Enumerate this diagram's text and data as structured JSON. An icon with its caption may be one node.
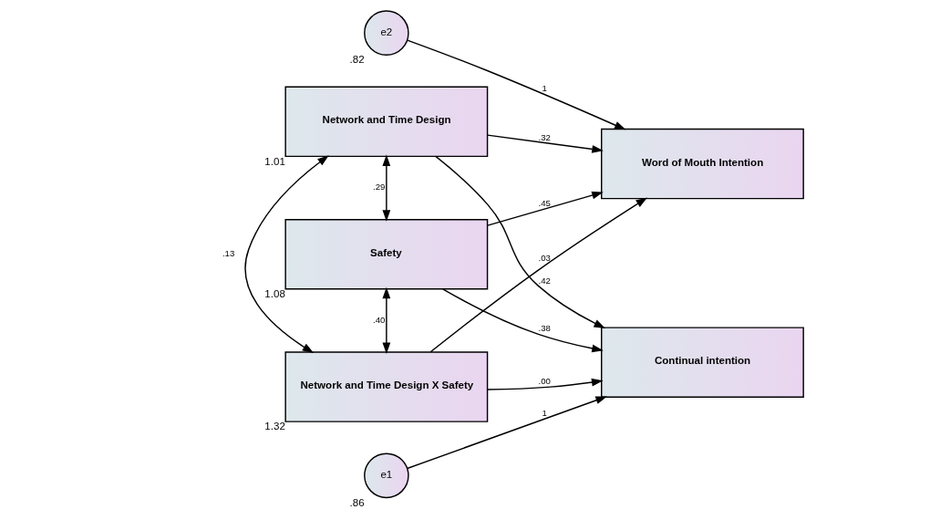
{
  "diagram": {
    "nodes": [
      {
        "text": [
          "Network and Time Design"
        ],
        "beside": [
          "1.01"
        ]
      },
      {
        "text": [
          "Safety"
        ],
        "beside": [
          "1.08"
        ]
      },
      {
        "text": [
          "Network and Time Design X Safety"
        ],
        "beside": [
          "1.32"
        ]
      },
      {
        "text": [
          "Continual intention"
        ]
      },
      {
        "text": [
          "Word of Mouth Intention"
        ]
      },
      {
        "text": [
          "e1"
        ],
        "beside": [
          ".86"
        ]
      },
      {
        "text": [
          "e2"
        ],
        "beside": [
          ".82"
        ]
      }
    ],
    "edges": [
      {
        "from": 0,
        "to": 3,
        "arrow": "to",
        "label": ".42"
      },
      {
        "from": 0,
        "to": 4,
        "arrow": "to",
        "label": ".32"
      },
      {
        "from": 1,
        "to": 4,
        "arrow": "to",
        "label": ".45"
      },
      {
        "from": 1,
        "to": 3,
        "arrow": "to",
        "label": ".38"
      },
      {
        "from": 2,
        "to": 3,
        "arrow": "to",
        "label": ".00"
      },
      {
        "from": 2,
        "to": 4,
        "arrow": "to",
        "label": ".03"
      },
      {
        "from": 5,
        "to": 3,
        "arrow": "to",
        "label": "1"
      },
      {
        "from": 6,
        "to": 4,
        "arrow": "to",
        "label": "1"
      },
      {
        "from": 0,
        "to": 1,
        "arrow": "both",
        "label": ".29"
      },
      {
        "from": 1,
        "to": 2,
        "arrow": "both",
        "label": ".40"
      },
      {
        "from": 0,
        "to": 2,
        "arrow": "both",
        "label": ".13"
      }
    ]
  }
}
